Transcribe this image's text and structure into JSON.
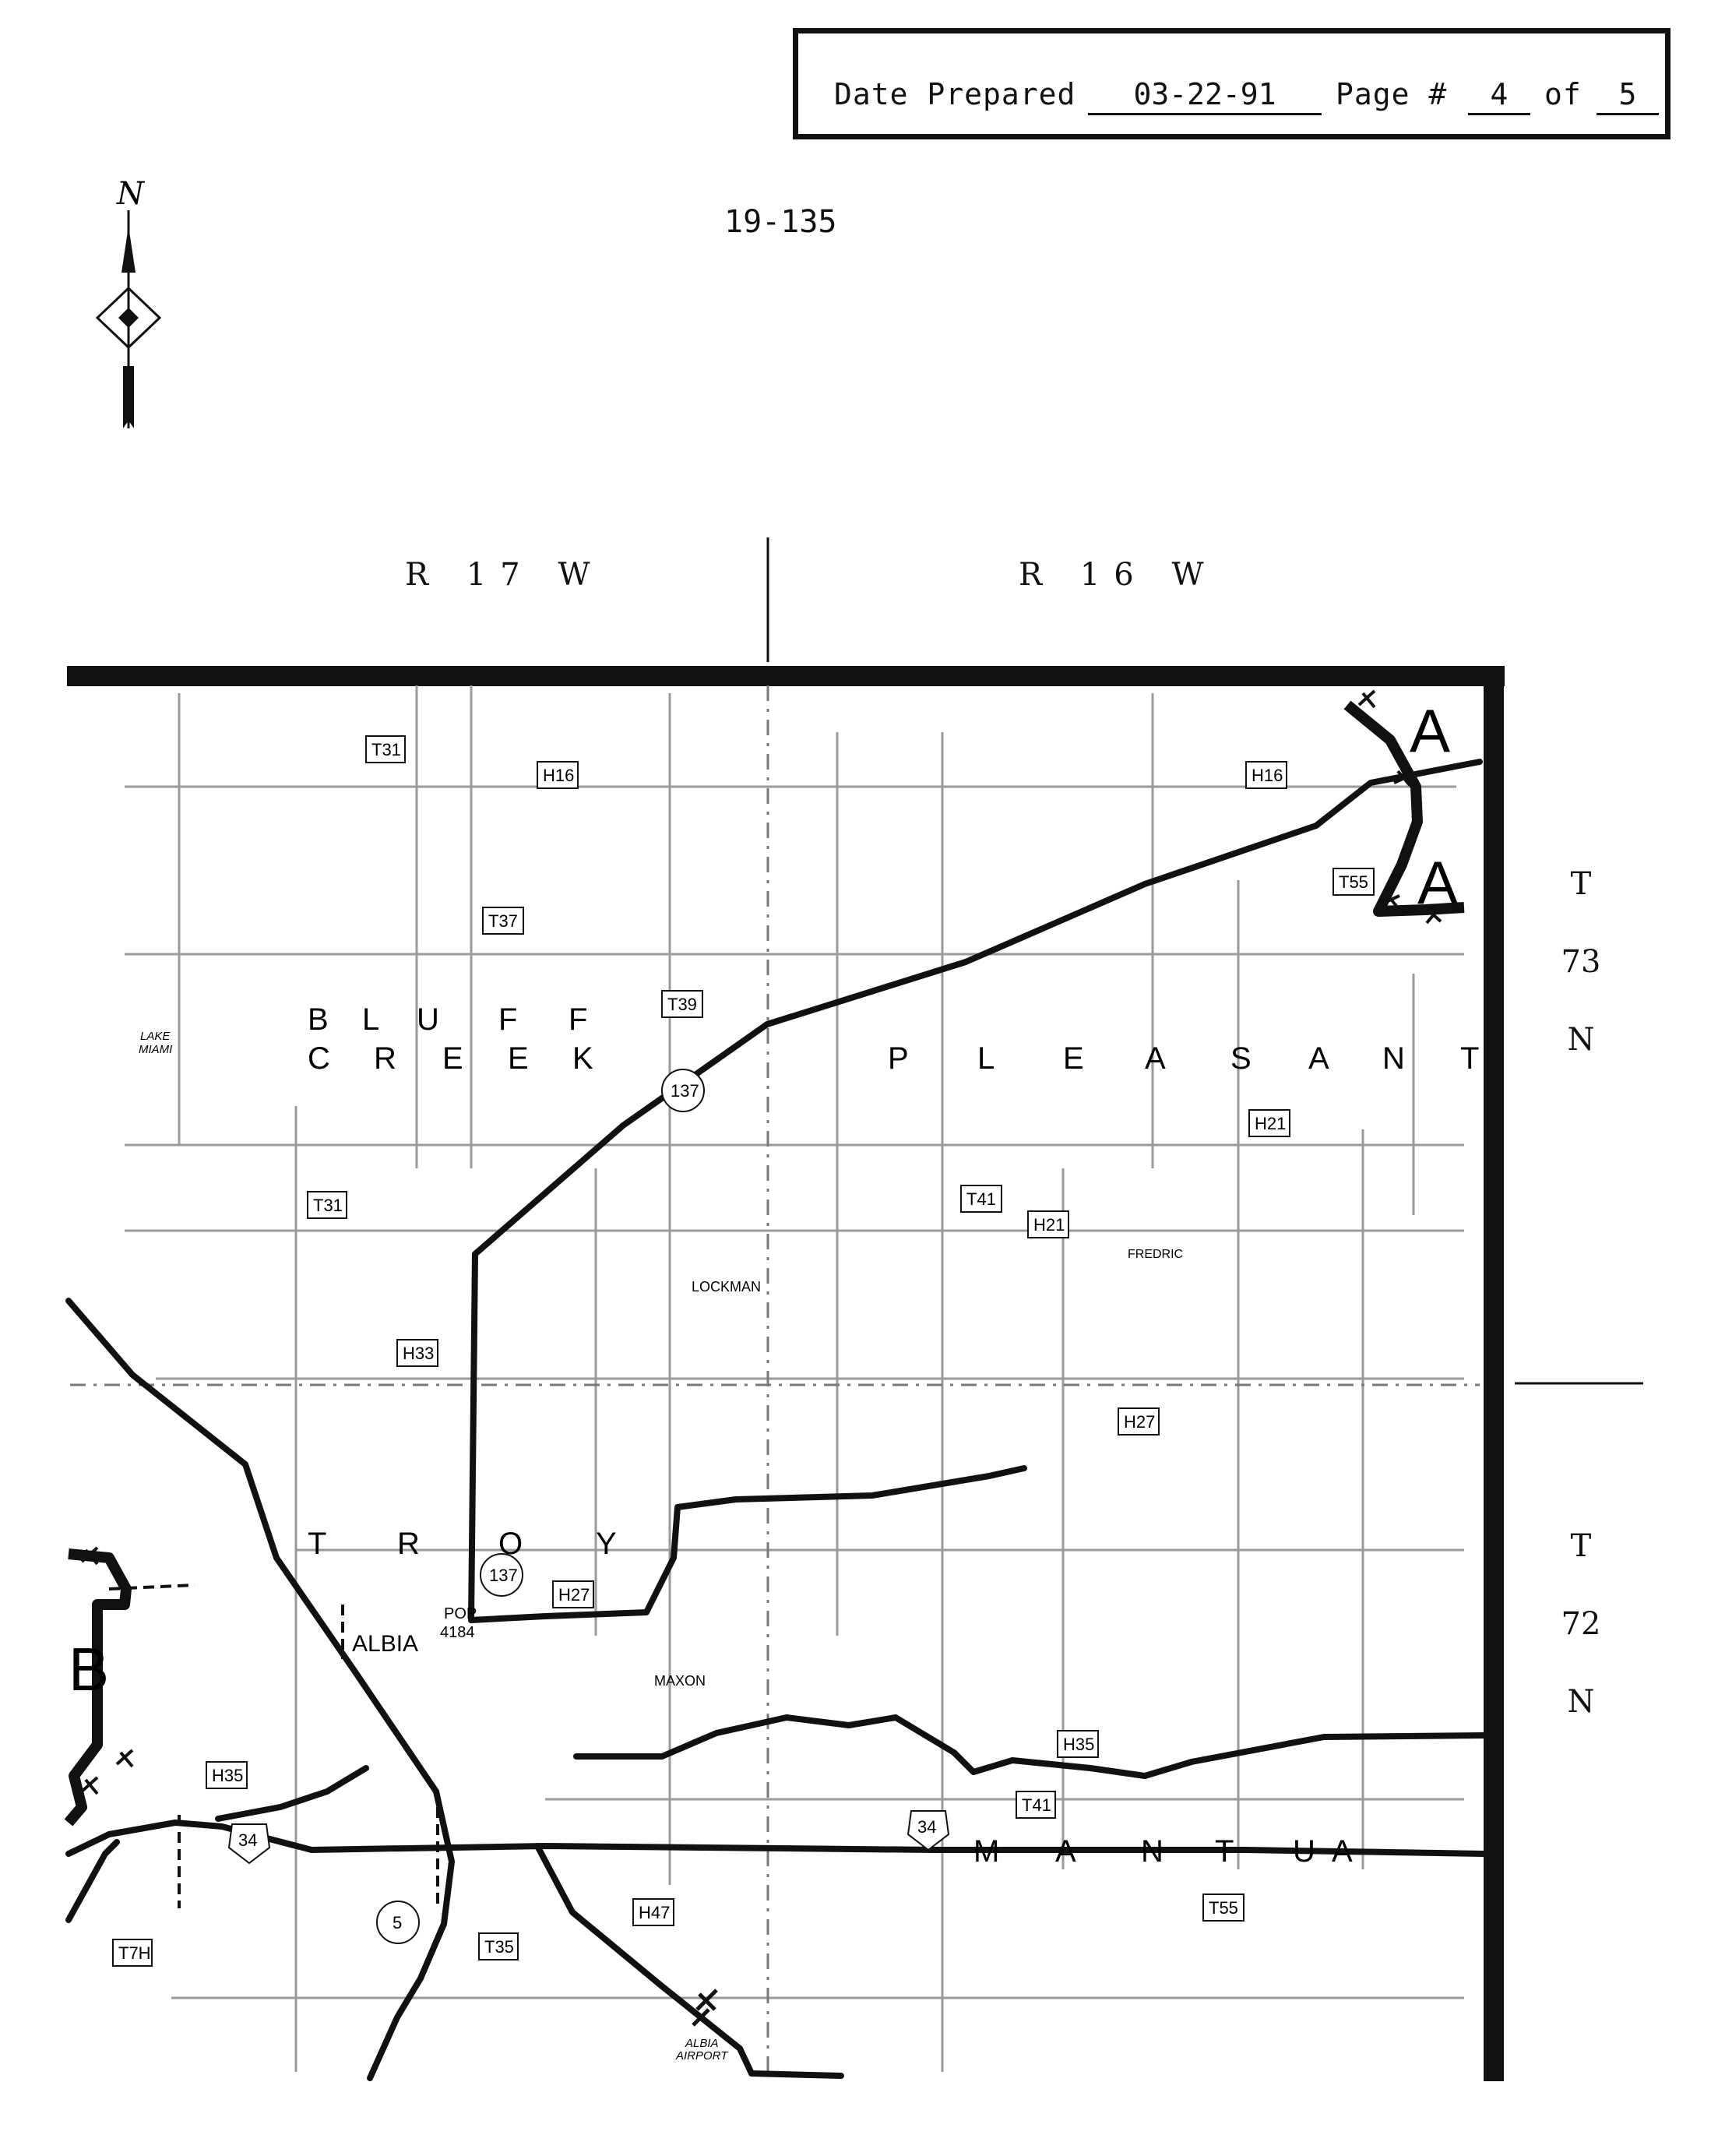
{
  "header": {
    "date_label": "Date Prepared",
    "date_value": "03-22-91",
    "page_label": "Page #",
    "page_value": "4",
    "of_label": "of",
    "of_value": "5"
  },
  "map_code": "19-135",
  "north_arrow": {
    "letter": "N",
    "icon": "north-arrow-icon"
  },
  "ranges": [
    "R 17 W",
    "R 16 W"
  ],
  "townships": [
    {
      "lines": [
        "T",
        "73",
        "N"
      ]
    },
    {
      "lines": [
        "T",
        "72",
        "N"
      ]
    }
  ],
  "township_names": {
    "bluff": [
      "B",
      "L",
      "U",
      "F",
      "F"
    ],
    "creek": [
      "C",
      "R",
      "E",
      "E",
      "K"
    ],
    "pleasant": [
      "P",
      "L",
      "E",
      "A",
      "S",
      "A",
      "N",
      "T"
    ],
    "troy": [
      "T",
      "R",
      "O",
      "Y"
    ],
    "mantua": [
      "M",
      "A",
      "N",
      "T",
      "U",
      "A"
    ]
  },
  "places": {
    "albia": "ALBIA",
    "albia_pop": [
      "POP.",
      "4184"
    ],
    "lockman": "LOCKMAN",
    "maxon": "MAXON",
    "fredric": "FREDRIC",
    "lake_miami": [
      "LAKE",
      "MIAMI"
    ],
    "albia_airport": [
      "ALBIA",
      "AIRPORT"
    ]
  },
  "area_markers": [
    "A",
    "A",
    "B"
  ],
  "county_roads": [
    "T31",
    "H16",
    "H16",
    "T55",
    "T37",
    "T39",
    "H21",
    "T41",
    "H21",
    "T31",
    "H33",
    "H27",
    "H27",
    "H35",
    "H35",
    "T41",
    "H47",
    "T55",
    "T35",
    "T7H"
  ],
  "state_routes": [
    "137",
    "137",
    "5"
  ],
  "us_routes": [
    "34",
    "34"
  ],
  "colors": {
    "ink": "#111111",
    "paper": "#ffffff",
    "road_gray": "#9a9a9a"
  }
}
